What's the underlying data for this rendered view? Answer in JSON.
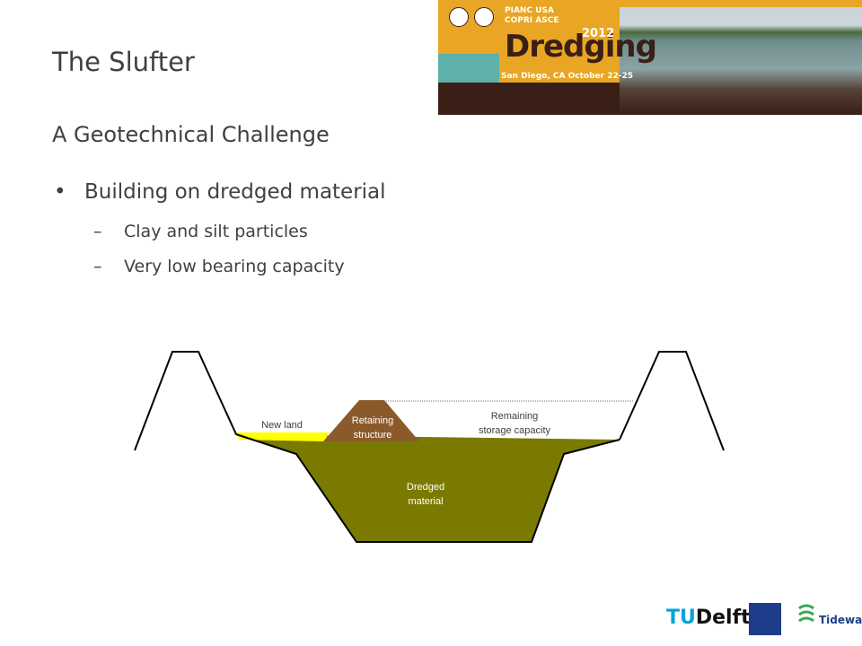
{
  "slide": {
    "title": "The Slufter",
    "subtitle": "A Geotechnical Challenge",
    "bullet_marker": "•",
    "dash_marker": "–",
    "bullet": "Building on dredged material",
    "sub_bullets": [
      "Clay and silt particles",
      "Very low bearing capacity"
    ]
  },
  "banner": {
    "org_line1": "PIANC USA",
    "org_line2": "COPRI ASCE",
    "event": "Dredging",
    "year": "2012",
    "place_date": "San Diego, CA October 22-25"
  },
  "diagram": {
    "labels": {
      "new_land": "New land",
      "retaining_1": "Retaining",
      "retaining_2": "structure",
      "remaining_1": "Remaining",
      "remaining_2": "storage capacity",
      "dredged_1": "Dredged",
      "dredged_2": "material"
    },
    "colors": {
      "dredged": "#7a7a00",
      "retaining": "#8b5a2b",
      "new_land": "#ffff00",
      "outline": "#000000"
    }
  },
  "footer": {
    "tudelft": "TUDelft",
    "tu_mark": "TU",
    "delft_word": "Delft",
    "tideway": "Tideway"
  }
}
